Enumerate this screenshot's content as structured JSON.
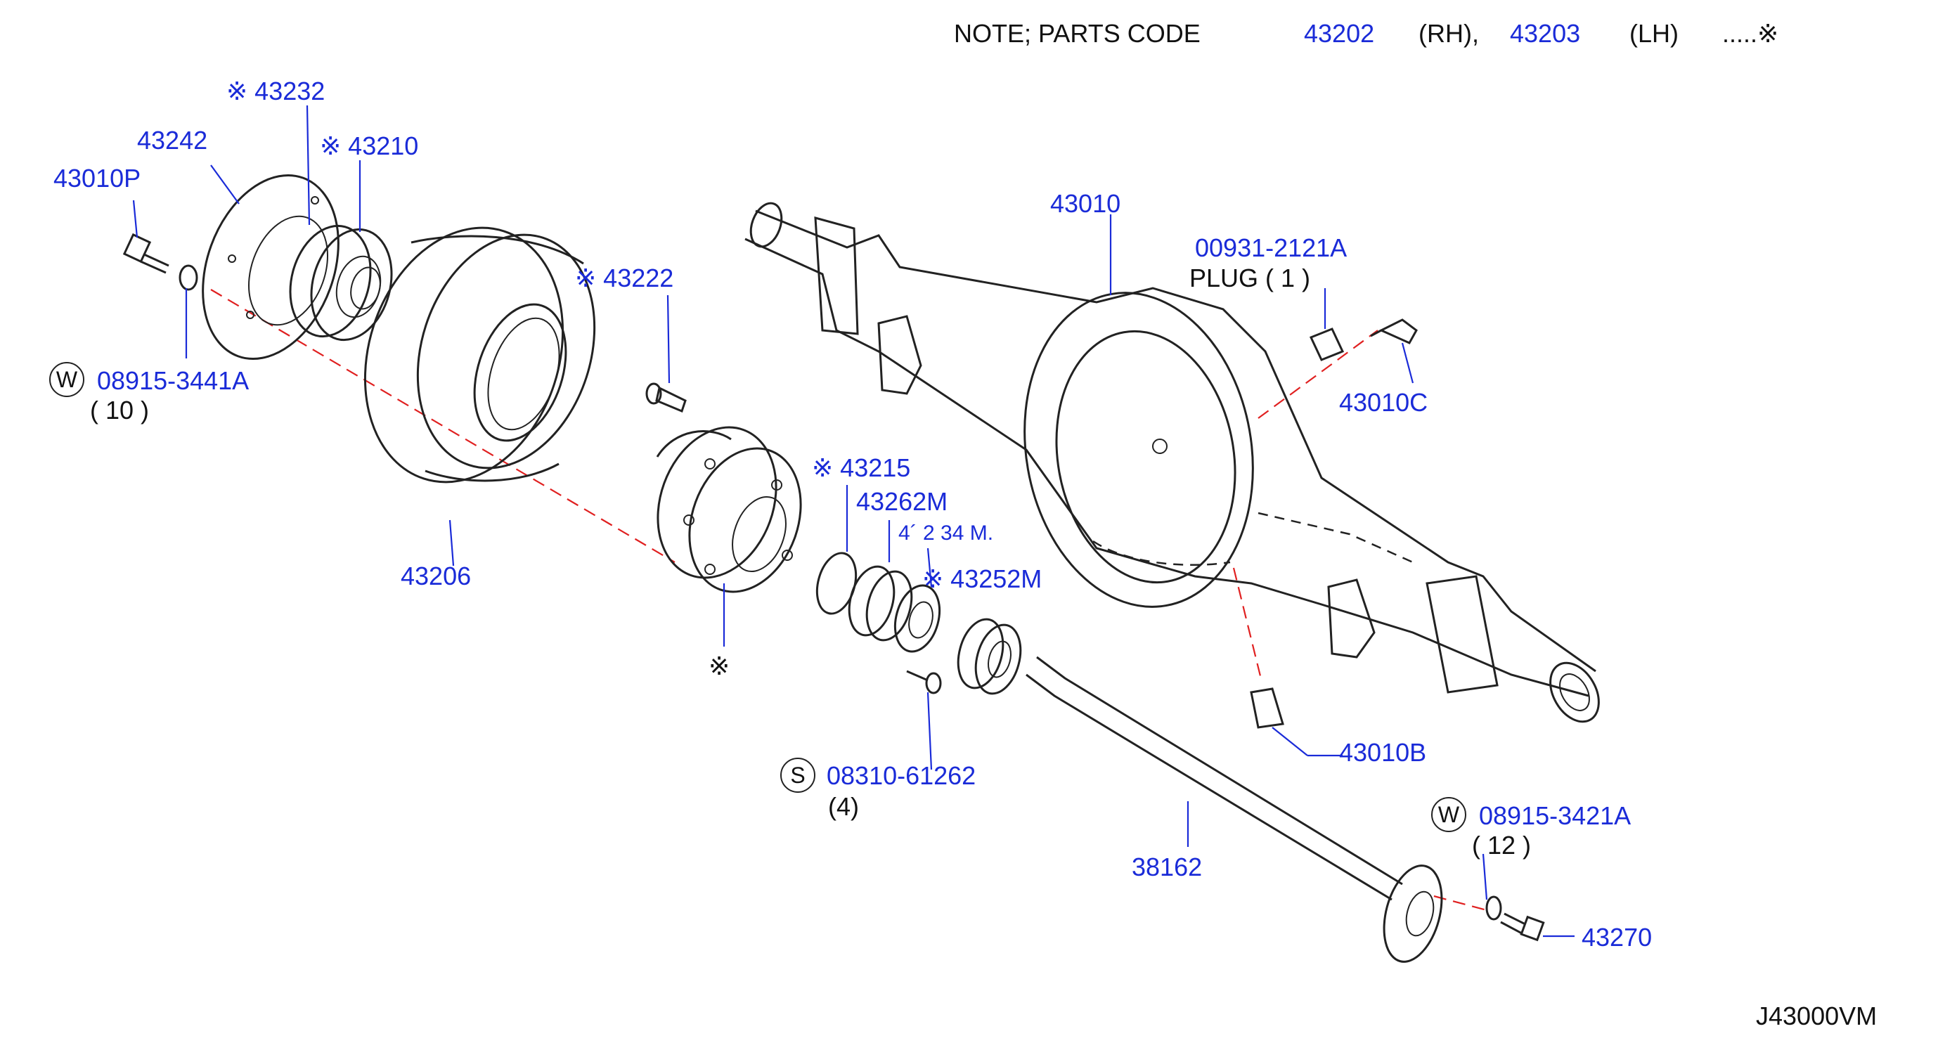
{
  "note": {
    "text": "NOTE;  PARTS  CODE",
    "rh_code": "43202",
    "rh_side": "(RH),",
    "lh_code": "43203",
    "lh_side": "(LH)",
    "suffix": ".....※"
  },
  "labels": {
    "p43232": "※ 43232",
    "p43242": "43242",
    "p43210": "※ 43210",
    "p43010P": "43010P",
    "p43222": "※  43222",
    "p43010": "43010",
    "p00931": "00931-2121A",
    "plug": "PLUG   ( 1 )",
    "p43010C": "43010C",
    "w1_mark": "W",
    "p08915_3441A": "08915-3441A",
    "qty10": "( 10 )",
    "p43206": "43206",
    "p43215": "※ 43215",
    "p43262M": "43262M",
    "p43234M_partial": "4´ 2 34 M.",
    "p43252M": "※ 43252M",
    "asterisk": "※",
    "s_mark": "S",
    "p08310": "08310-61262",
    "qty4": "(4)",
    "p43010B": "43010B",
    "w2_mark": "W",
    "p08915_3421A": "08915-3421A",
    "qty12": "( 12 )",
    "p38162": "38162",
    "p43270": "43270",
    "code": "J43000VM"
  },
  "colors": {
    "part_number": "#1a2bd8",
    "text": "#111111",
    "center_line": "#e02020",
    "drawing": "#222222"
  }
}
